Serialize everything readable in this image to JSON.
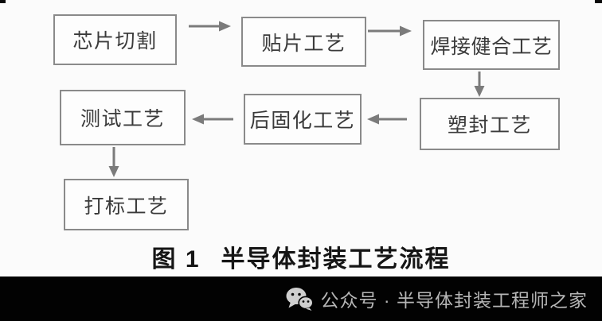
{
  "diagram": {
    "nodes": [
      {
        "id": "chip-dicing",
        "label": "芯片切割"
      },
      {
        "id": "die-attach",
        "label": "贴片工艺"
      },
      {
        "id": "wire-bonding",
        "label": "焊接健合工艺"
      },
      {
        "id": "molding",
        "label": "塑封工艺"
      },
      {
        "id": "post-cure",
        "label": "后固化工艺"
      },
      {
        "id": "testing",
        "label": "测试工艺"
      },
      {
        "id": "marking",
        "label": "打标工艺"
      }
    ],
    "edges": [
      {
        "from": "chip-dicing",
        "to": "die-attach",
        "direction": "right"
      },
      {
        "from": "die-attach",
        "to": "wire-bonding",
        "direction": "right"
      },
      {
        "from": "wire-bonding",
        "to": "molding",
        "direction": "down"
      },
      {
        "from": "molding",
        "to": "post-cure",
        "direction": "left"
      },
      {
        "from": "post-cure",
        "to": "testing",
        "direction": "left"
      },
      {
        "from": "testing",
        "to": "marking",
        "direction": "down"
      }
    ],
    "caption": {
      "figure_label": "图 1",
      "title": "半导体封装工艺流程"
    }
  },
  "footer": {
    "icon": "wechat-icon",
    "text": "公众号 · 半导体封装工程师之家"
  },
  "colors": {
    "page_background": "#fbfbfb",
    "box_border": "#8a8a8a",
    "box_text": "#3a3a3a",
    "arrow": "#7b7b7b",
    "caption_text": "#151515",
    "footer_background": "#020202",
    "footer_text": "#b5b5b5"
  }
}
